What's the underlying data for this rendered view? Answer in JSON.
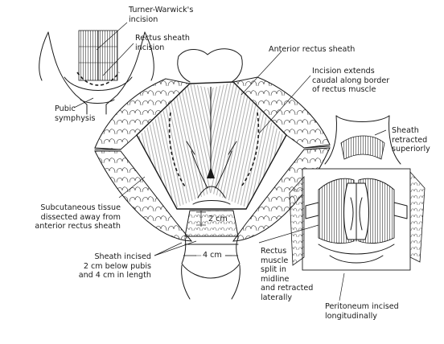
{
  "labels": {
    "turner_warwick": "Turner-Warwick's\nincision",
    "rectus_sheath_incision": "Rectus sheath\nincision",
    "pubic_symphysis": "Pubic\nsymphysis",
    "anterior_rectus_sheath": "Anterior rectus sheath",
    "incision_extends": "Incision extends\ncaudal along border\nof rectus muscle",
    "sheath_retracted": "Sheath\nretracted\nsuperiorly",
    "subcutaneous_tissue": "Subcutaneous tissue\ndissected away from\nanterior rectus sheath",
    "two_cm": "2 cm",
    "four_cm": "4 cm",
    "sheath_incised": "Sheath incised\n2 cm below pubis\nand 4 cm in length",
    "rectus_muscle_split": "Rectus\nmuscle\nsplit in\nmidline\nand retracted\nlaterally",
    "peritoneum_incised": "Peritoneum incised\nlongitudinally"
  }
}
